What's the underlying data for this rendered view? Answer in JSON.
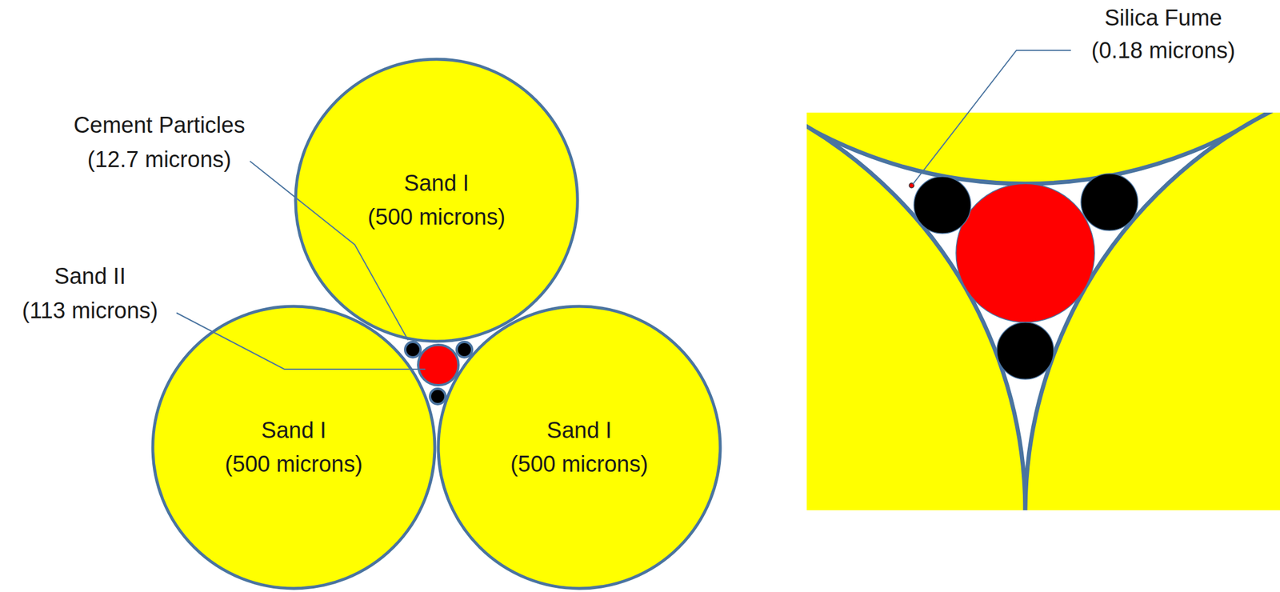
{
  "diagram": {
    "nodes": [
      {
        "text": [
          "Sand I",
          "(500 microns)"
        ]
      },
      {
        "text": [
          "Sand I",
          "(500 microns)"
        ]
      },
      {
        "text": [
          "Sand I",
          "(500 microns)"
        ]
      }
    ],
    "labels": [
      "Cement Particles",
      "(12.7 microns)",
      "Sand II",
      "(113 microns)",
      "Silica Fume",
      "(0.18 microns)"
    ]
  }
}
